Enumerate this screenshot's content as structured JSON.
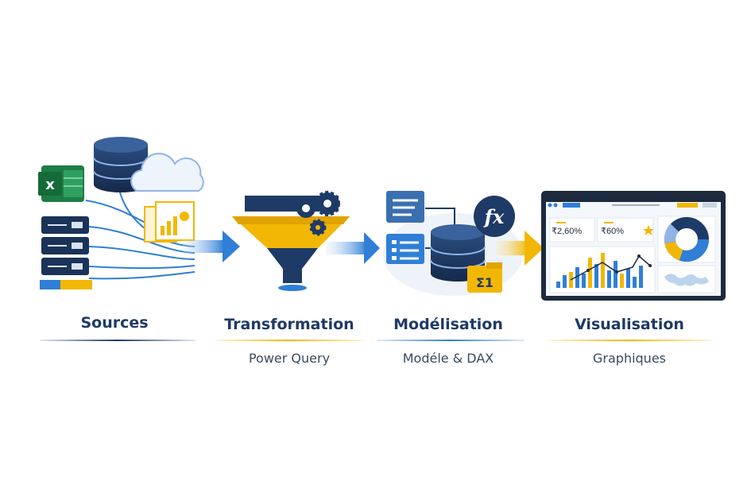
{
  "stages": [
    {
      "title": "Sources",
      "subtitle": ""
    },
    {
      "title": "Transformation",
      "subtitle": "Power Query"
    },
    {
      "title": "Modélisation",
      "subtitle": "Modéle & DAX"
    },
    {
      "title": "Visualisation",
      "subtitle": "Graphiques"
    }
  ],
  "dashboard": {
    "kpi1": "₹2,60%",
    "kpi2": "₹60%"
  },
  "model": {
    "fx_label": "fx",
    "table_label": "Σ1",
    "excel_label": "x"
  },
  "colors": {
    "navy": "#1e3a66",
    "blue": "#2f7fd6",
    "gold": "#f2b705",
    "green": "#1e7d45"
  }
}
